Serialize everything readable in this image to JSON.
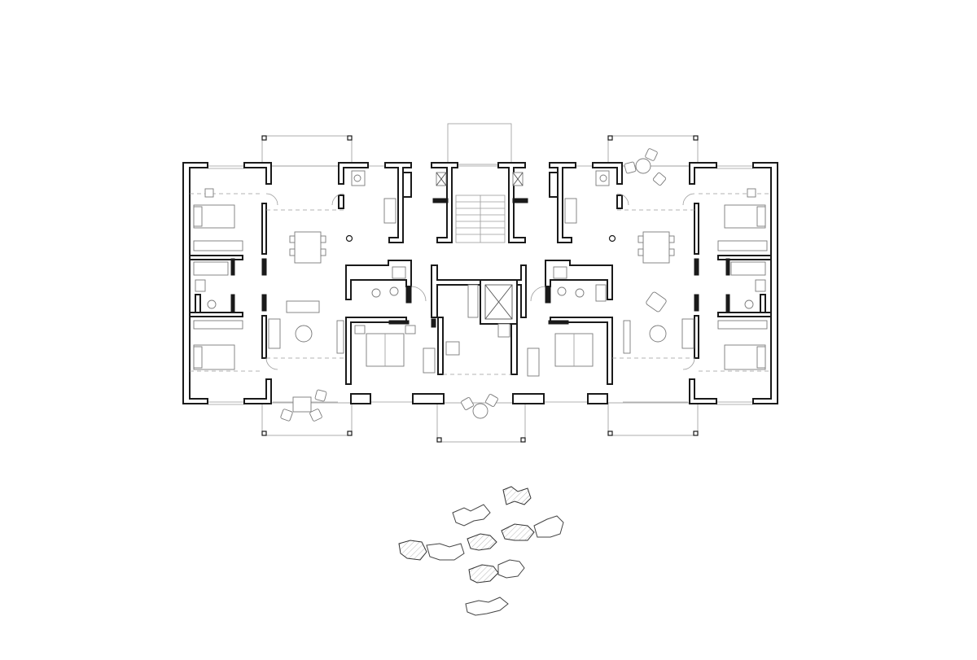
{
  "drawing": {
    "kind": "residential floor plan",
    "stroke_color": "#1a1a1a",
    "hatch_color": "#888888",
    "background": "#ffffff"
  },
  "site_plan": {
    "buildings": [
      {
        "id": "b1",
        "highlighted": true
      },
      {
        "id": "b2",
        "highlighted": false
      },
      {
        "id": "b3",
        "highlighted": true
      },
      {
        "id": "b4",
        "highlighted": false
      },
      {
        "id": "b5",
        "highlighted": true
      },
      {
        "id": "b6",
        "highlighted": true
      },
      {
        "id": "b7",
        "highlighted": false
      }
    ]
  }
}
